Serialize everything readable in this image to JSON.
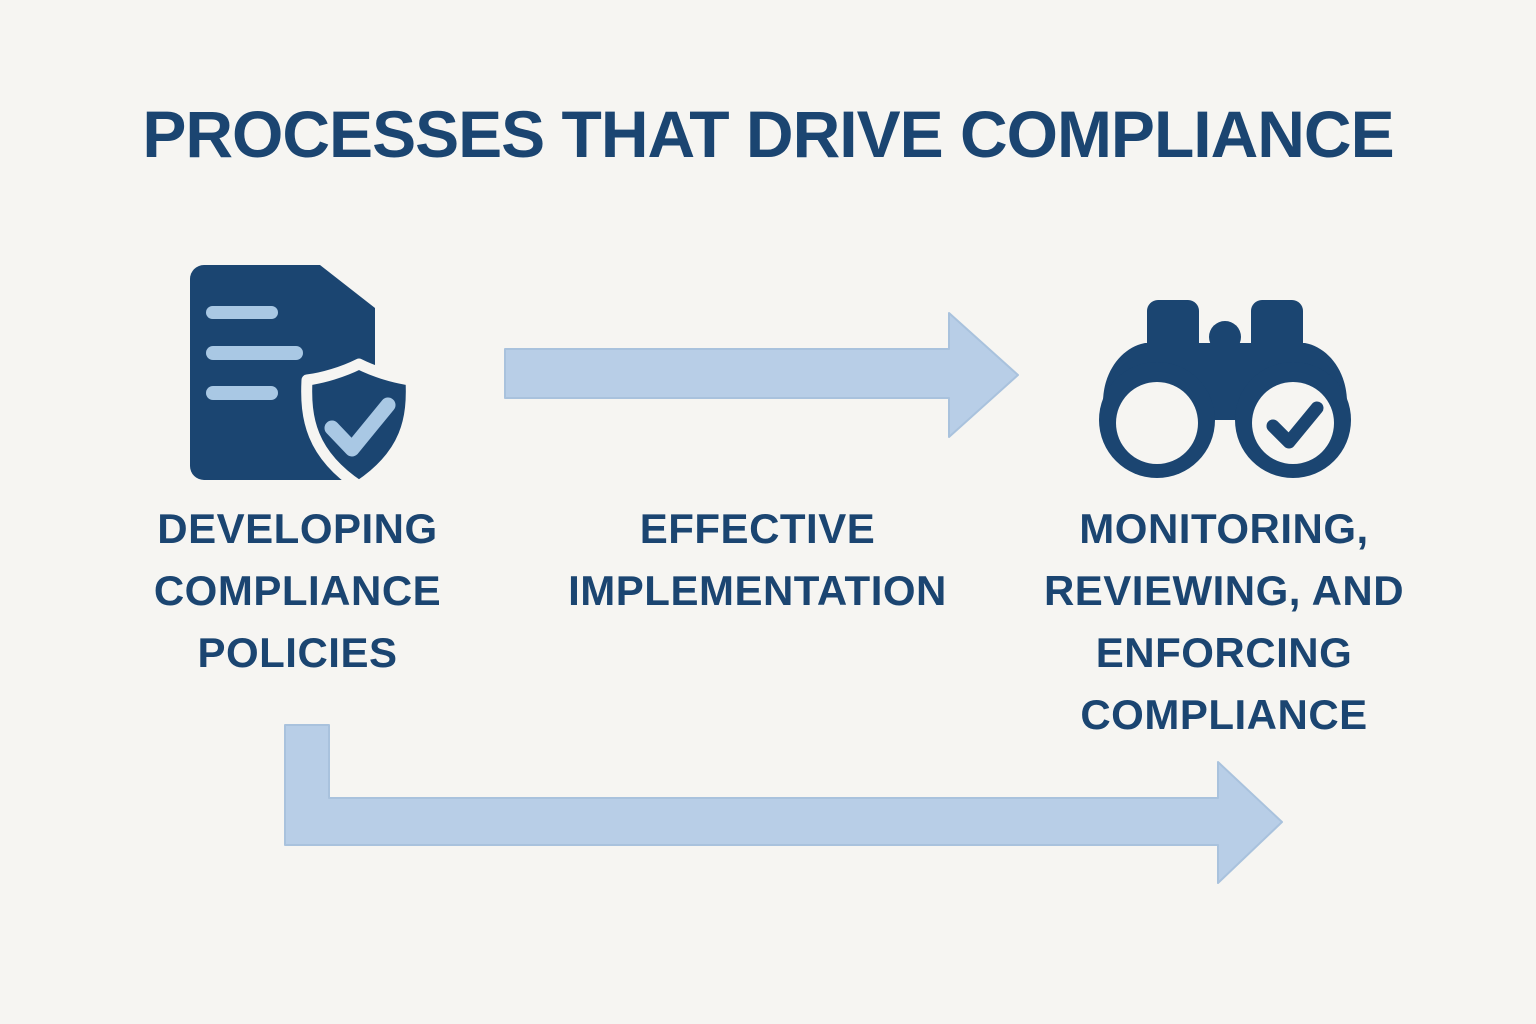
{
  "title": "PROCESSES THAT DRIVE COMPLIANCE",
  "colors": {
    "navy": "#1b4571",
    "arrow_fill": "#b8cee7",
    "arrow_border": "#a9c2dd",
    "pale_blue_accent": "#a9c8e4",
    "background": "#f6f5f2"
  },
  "steps": [
    {
      "label": "DEVELOPING COMPLIANCE POLICIES",
      "lines": [
        "DEVELOPING",
        "COMPLIANCE",
        "POLICIES"
      ],
      "icon": "document-shield-check-icon"
    },
    {
      "label": "EFFECTIVE IMPLEMENTATION",
      "lines": [
        "EFFECTIVE",
        "IMPLEMENTATION"
      ],
      "icon": "arrow-right-icon"
    },
    {
      "label": "MONITORING, REVIEWING, AND ENFORCING COMPLIANCE",
      "lines": [
        "MONITORING,",
        "REVIEWING, AND",
        "ENFORCING",
        "COMPLIANCE"
      ],
      "icon": "binoculars-check-icon"
    }
  ],
  "connectors": {
    "top_arrow": "right-arrow from developing policies to monitoring",
    "bottom_arrow": "elbow right-arrow feedback loop along bottom"
  }
}
